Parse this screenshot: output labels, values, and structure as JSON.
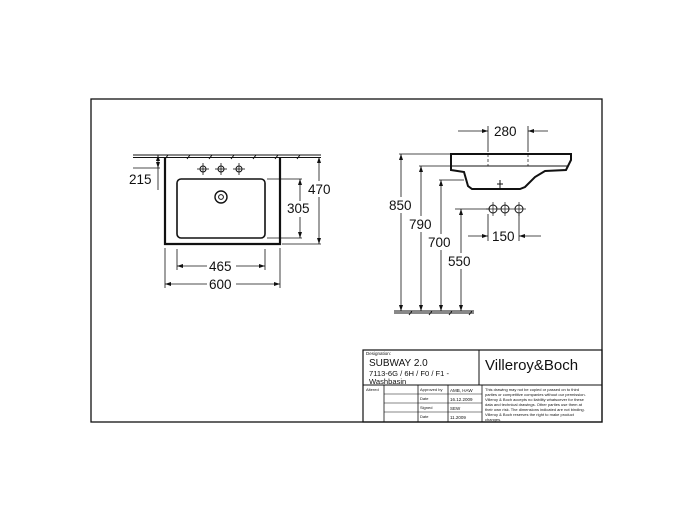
{
  "dimensions": {
    "top_width": "280",
    "left_depth": "215",
    "total_depth": "470",
    "bowl_depth": "305",
    "bowl_width": "465",
    "overall_width": "600",
    "height_850": "850",
    "height_790": "790",
    "height_700": "700",
    "height_550": "550",
    "waste_spacing": "150"
  },
  "title_block": {
    "designation_label": "Designation:",
    "product_name": "SUBWAY 2.0",
    "product_codes": "7113-6G / 6H / F0 / F1 -",
    "product_type": "Washbasin",
    "brand": "Villeroy&Boch",
    "altered_label": "Altered",
    "rows": [
      {
        "label": "Approved by",
        "value": "AMB, HAW"
      },
      {
        "label": "Date",
        "value": "16.12.2009"
      },
      {
        "label": "Signed",
        "value": "SEW"
      },
      {
        "label": "Date",
        "value": "11.2009"
      }
    ],
    "notice": [
      "This drawing may not be copied or passed on to third",
      "parties or competitive companies without our permission.",
      "Villeroy & Boch accepts no liability whatsoever for these",
      "data and technical drawings. Other parties use them at",
      "their own risk. The dimensions indicated are not binding.",
      "Villeroy & Boch reserves the right to make product",
      "changes."
    ]
  }
}
